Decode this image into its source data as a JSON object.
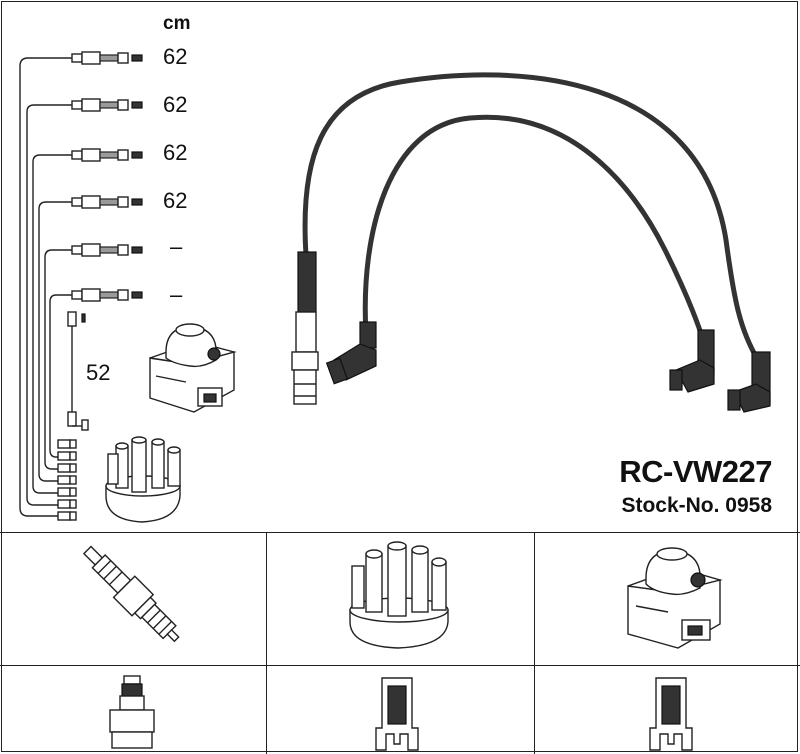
{
  "unit_label": "cm",
  "cable_lengths": [
    "62",
    "62",
    "62",
    "62",
    "–",
    "–"
  ],
  "coil_lead_length": "52",
  "product_code": "RC-VW227",
  "stock_number": "Stock-No. 0958",
  "colors": {
    "line": "#222222",
    "background": "#ffffff",
    "cable": "#333333"
  },
  "icons": {
    "top_coil": "ignition-coil-icon",
    "top_cap": "distributor-cap-icon",
    "bottom_row": [
      "spark-plug-icon",
      "distributor-cap-icon",
      "ignition-coil-icon"
    ],
    "terminal_row": [
      "spark-plug-terminal-icon",
      "distributor-terminal-icon",
      "coil-terminal-icon"
    ]
  }
}
